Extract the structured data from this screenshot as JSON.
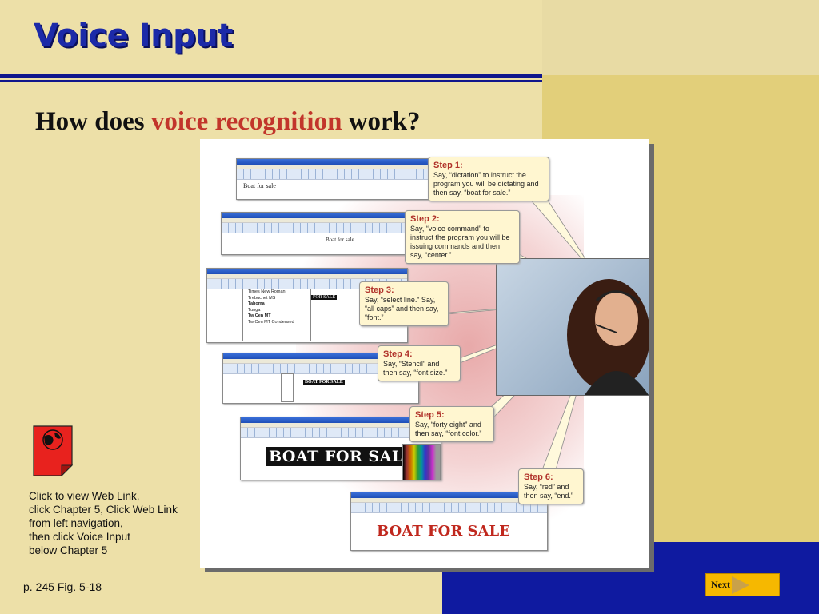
{
  "slide": {
    "title": "Voice Input",
    "subtitle_before": "How does ",
    "subtitle_accent": "voice recognition",
    "subtitle_after": " work?",
    "accent_color": "#c2352b",
    "title_color": "#1c2aa8"
  },
  "figure": {
    "windows": [
      {
        "doc_text": "Boat for sale"
      },
      {
        "doc_text": "Boat for sale"
      },
      {
        "doc_text": "FOR SALE",
        "font_list": [
          "Times New Roman",
          "Trebuchet MS",
          "Tahoma",
          "Tunga",
          "Tw Cen MT",
          "Tw Cen MT Condensed"
        ]
      },
      {
        "doc_text": "BOAT FOR SALE"
      },
      {
        "doc_text": "BOAT FOR SAL"
      },
      {
        "doc_text": "BOAT FOR SALE"
      }
    ],
    "steps": [
      {
        "label": "Step 1:",
        "text": "Say, “dictation” to instruct the program you will be dictating and then say, “boat for sale.”"
      },
      {
        "label": "Step 2:",
        "text": "Say, “voice command” to instruct the program you will be issuing commands and then say, “center.”"
      },
      {
        "label": "Step 3:",
        "text": "Say, “select line.” Say, “all caps” and then say, “font.”"
      },
      {
        "label": "Step 4:",
        "text": "Say, “Stencil” and then say, “font size.”"
      },
      {
        "label": "Step 5:",
        "text": "Say, “forty eight” and then say, “font color.”"
      },
      {
        "label": "Step 6:",
        "text": "Say, “red” and then say, “end.”"
      }
    ]
  },
  "weblink": {
    "lines": [
      "Click to view Web Link,",
      "click Chapter 5, Click Web Link",
      "from left navigation,",
      "then click Voice Input",
      "below Chapter 5"
    ],
    "icon": "globe-page-icon"
  },
  "page_ref": "p. 245 Fig. 5-18",
  "nav": {
    "next_label": "Next",
    "icon": "arrow-right-icon"
  }
}
